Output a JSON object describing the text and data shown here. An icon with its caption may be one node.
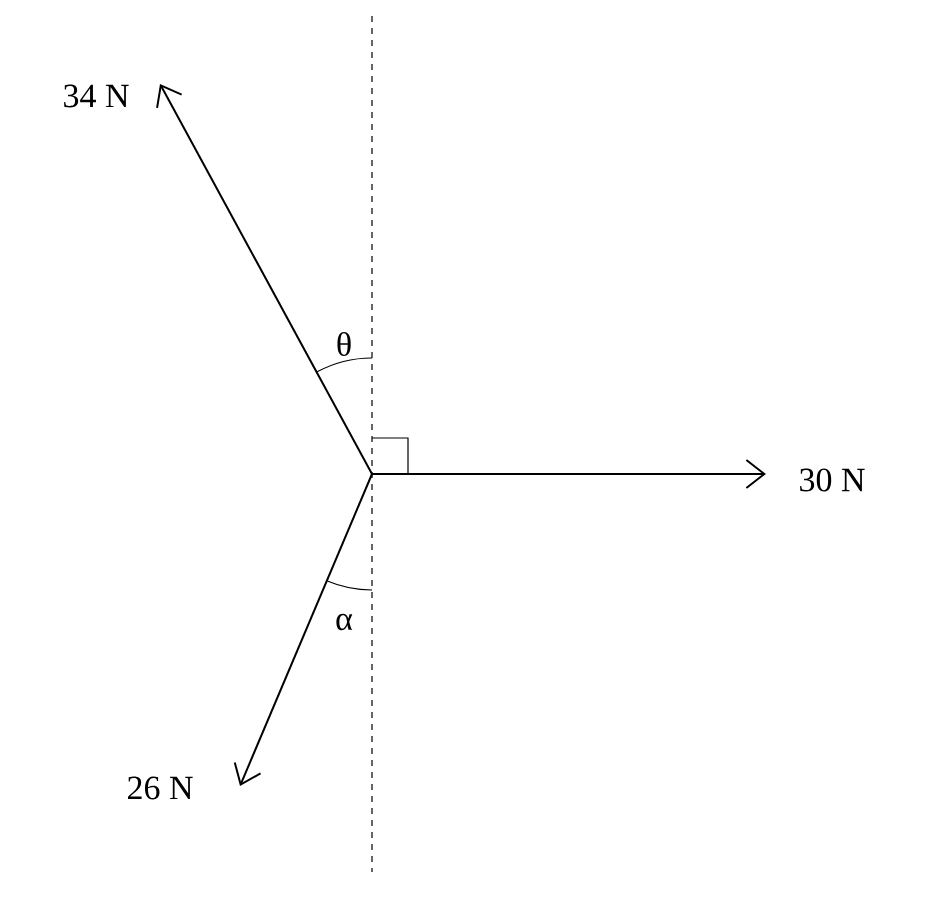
{
  "diagram": {
    "labels": [
      "34 N",
      "θ",
      "30 N",
      "α",
      "26 N"
    ]
  }
}
